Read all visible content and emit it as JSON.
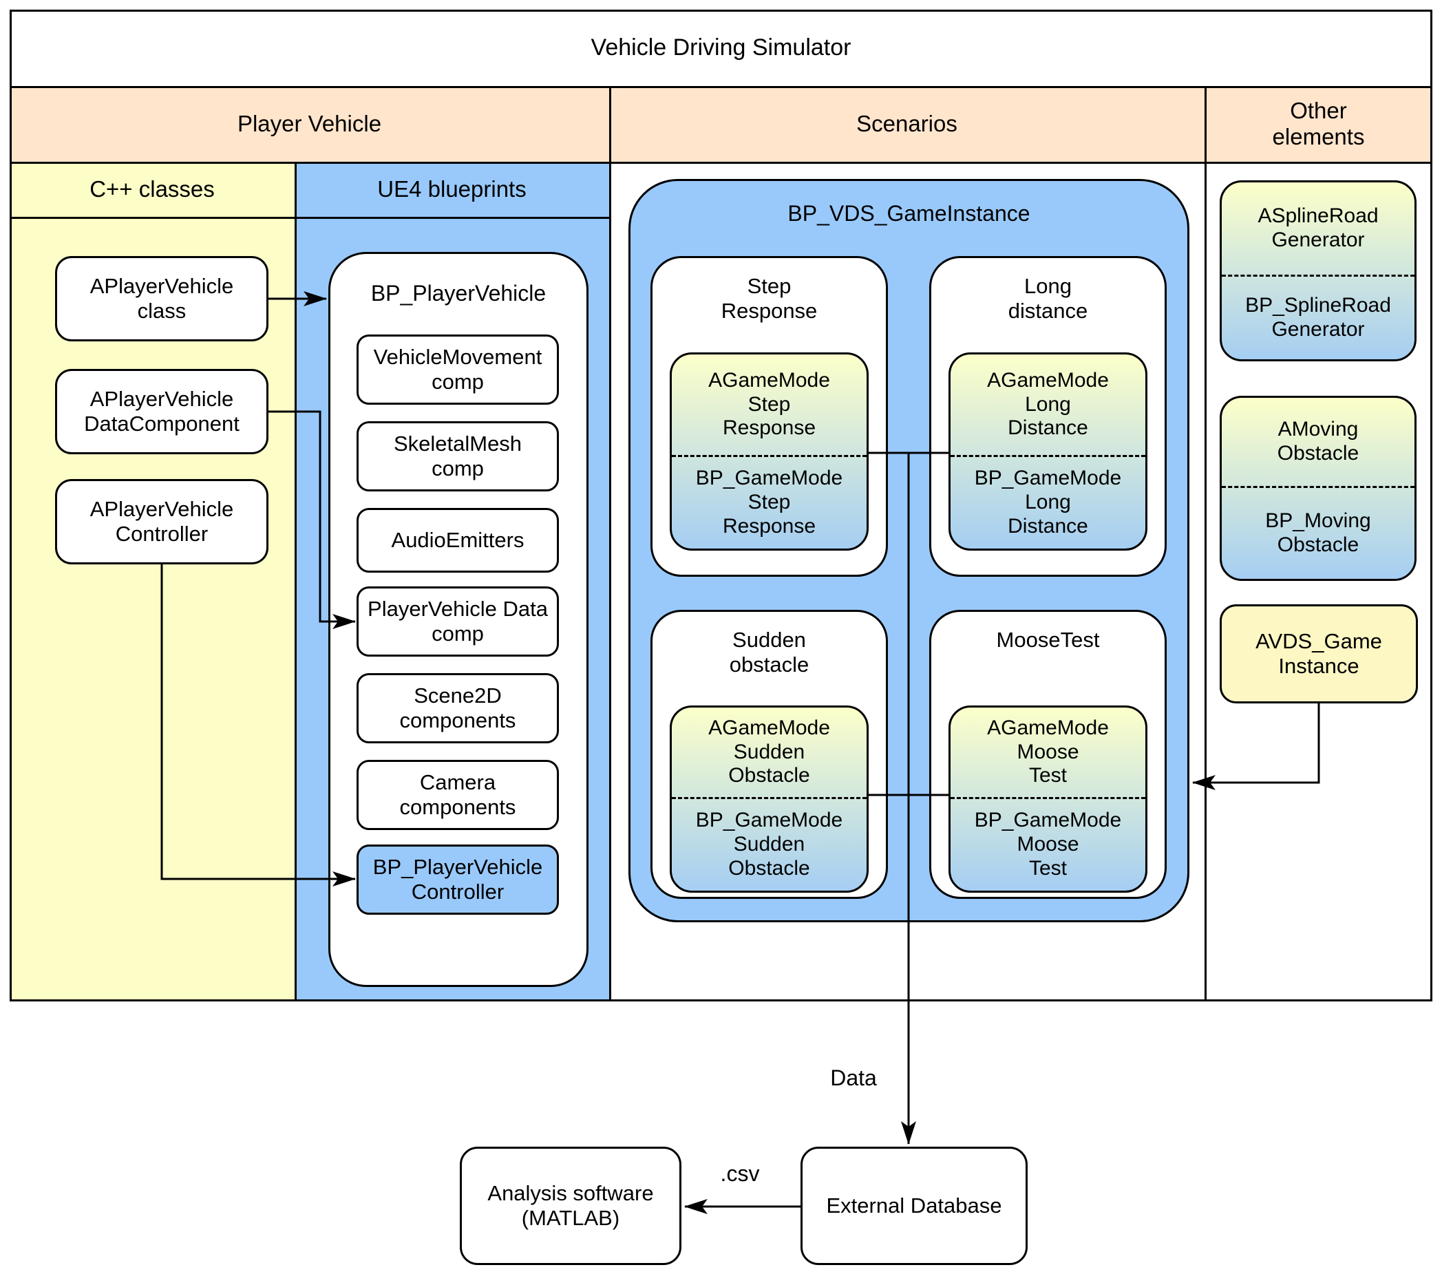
{
  "title": "Vehicle Driving Simulator",
  "headers": {
    "player_vehicle": "Player Vehicle",
    "scenarios": "Scenarios",
    "other_elements": "Other\nelements",
    "cpp": "C++ classes",
    "ue4": "UE4 blueprints"
  },
  "cpp_classes": {
    "class_box": "APlayerVehicle\nclass",
    "data_component": "APlayerVehicle\nDataComponent",
    "controller": "APlayerVehicle\nController"
  },
  "bp_player_vehicle": {
    "title": "BP_PlayerVehicle",
    "components": [
      "VehicleMovement\ncomp",
      "SkeletalMesh\ncomp",
      "AudioEmitters",
      "PlayerVehicle Data\ncomp",
      "Scene2D\ncomponents",
      "Camera\ncomponents",
      "BP_PlayerVehicle\nController"
    ]
  },
  "game_instance": {
    "title": "BP_VDS_GameInstance",
    "scenarios": [
      {
        "name": "Step\nResponse",
        "a": "AGameMode\nStep\nResponse",
        "bp": "BP_GameMode\nStep\nResponse"
      },
      {
        "name": "Long\ndistance",
        "a": "AGameMode\nLong\nDistance",
        "bp": "BP_GameMode\nLong\nDistance"
      },
      {
        "name": "Sudden\nobstacle",
        "a": "AGameMode\nSudden\nObstacle",
        "bp": "BP_GameMode\nSudden\nObstacle"
      },
      {
        "name": "MooseTest",
        "a": "AGameMode\nMoose\nTest",
        "bp": "BP_GameMode\nMoose\nTest"
      }
    ]
  },
  "other_elements": {
    "spline": {
      "a": "ASplineRoad\nGenerator",
      "bp": "BP_SplineRoad\nGenerator"
    },
    "moving": {
      "a": "AMoving\nObstacle",
      "bp": "BP_Moving\nObstacle"
    },
    "avds": "AVDS_Game\nInstance"
  },
  "flow": {
    "data_label": "Data",
    "csv_label": ".csv",
    "external_db": "External Database",
    "analysis": "Analysis software\n(MATLAB)"
  },
  "colors": {
    "peach": "#ffe5cc",
    "yellow": "#fdfdc8",
    "blue": "#99c9fb",
    "avds-yellow": "#fcf7c3",
    "grad-top": "#fcffc9",
    "grad-bottom": "#a5cef2"
  }
}
